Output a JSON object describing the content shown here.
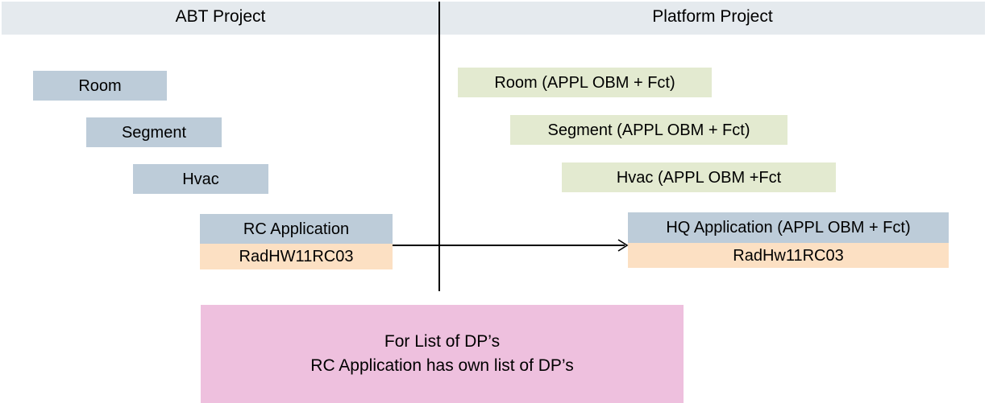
{
  "header": {
    "left_title": "ABT Project",
    "right_title": "Platform Project"
  },
  "abt_column": {
    "boxes": [
      {
        "label": "Room",
        "color": "#bdccd9"
      },
      {
        "label": "Segment",
        "color": "#bdccd9"
      },
      {
        "label": "Hvac",
        "color": "#bdccd9"
      },
      {
        "label": "RC Application",
        "color": "#bdccd9"
      },
      {
        "label": "RadHW11RC03",
        "color": "#fce0c3"
      }
    ]
  },
  "platform_column": {
    "boxes": [
      {
        "label": "Room (APPL OBM + Fct)",
        "color": "#e3ead0"
      },
      {
        "label": "Segment (APPL OBM + Fct)",
        "color": "#e3ead0"
      },
      {
        "label": "Hvac (APPL OBM +Fct",
        "color": "#e3ead0"
      },
      {
        "label": "HQ Application  (APPL OBM + Fct)",
        "color": "#bdccd9"
      },
      {
        "label": "RadHw11RC03",
        "color": "#fce0c3"
      }
    ]
  },
  "note": {
    "line1": "For List of DP’s",
    "line2": "RC Application  has own list of DP’s",
    "color": "#eec0de"
  },
  "connector": {
    "name": "arrow-right",
    "direction": "left-to-right"
  },
  "colors": {
    "header_band": "#e5eaee",
    "blue": "#bdccd9",
    "green": "#e3ead0",
    "peach": "#fce0c3",
    "pink": "#eec0de",
    "line": "#000000"
  }
}
